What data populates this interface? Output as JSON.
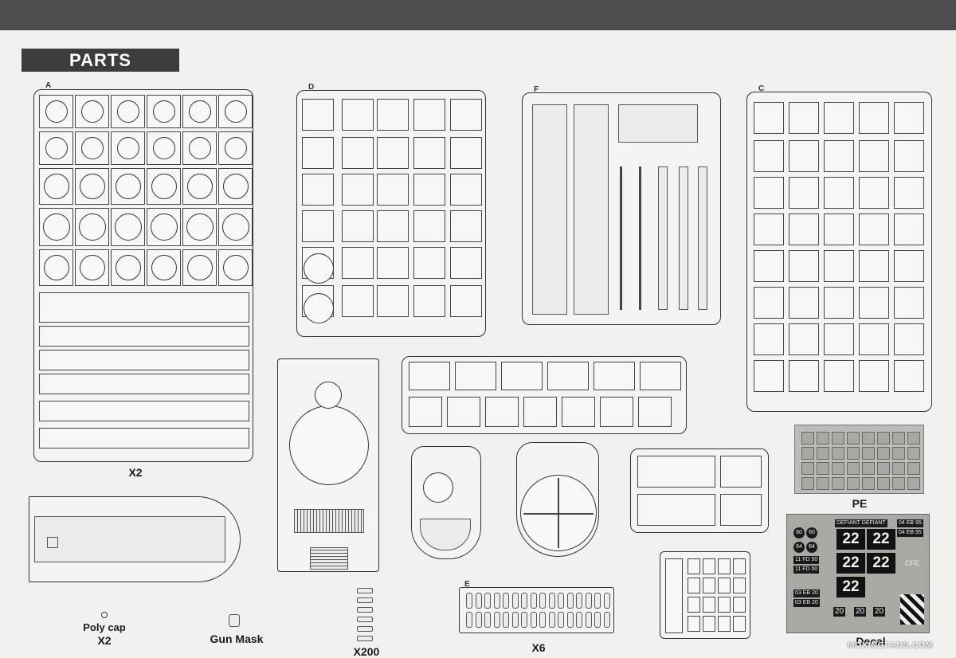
{
  "header": {
    "title": "PARTS"
  },
  "sprues": {
    "A": {
      "letter": "A",
      "qty": "X2"
    },
    "D": {
      "letter": "D"
    },
    "F": {
      "letter": "F"
    },
    "C": {
      "letter": "C"
    },
    "E": {
      "letter": "E",
      "qty": "X6"
    }
  },
  "extras": {
    "pe_label": "PE",
    "decal_label": "Decal",
    "polycap_label": "Poly cap",
    "polycap_qty": "X2",
    "gunmask_label": "Gun Mask",
    "tracks_qty": "X200"
  },
  "decal_sheet": {
    "numbers": [
      "22",
      "22",
      "22",
      "22",
      "22"
    ],
    "plates": [
      "04 EB 95",
      "04 EB 95",
      "11 FD 50",
      "11 FD 50",
      "03 EB 20",
      "03 EB 20"
    ],
    "names": [
      "DEFIANT DEFIANT"
    ],
    "circles": [
      "60",
      "60",
      "64",
      "64"
    ],
    "text": [
      "CFE"
    ],
    "bottom": [
      "20",
      "20",
      "20"
    ]
  },
  "watermark": "MOXINGFANS.COM"
}
